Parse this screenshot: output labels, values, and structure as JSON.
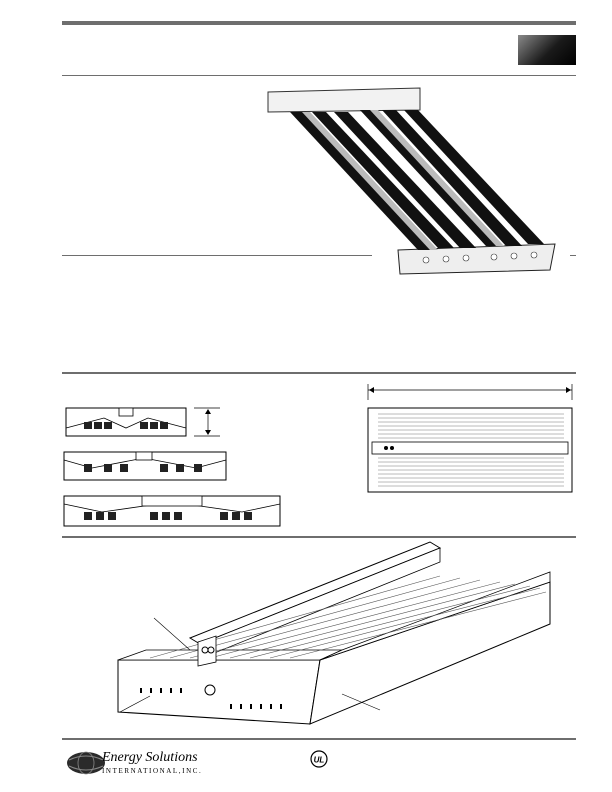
{
  "brand": {
    "name": "Energy Solutions",
    "subtitle": "INTERNATIONAL,INC.",
    "logo_icon": "globe-icon"
  },
  "certification": {
    "mark": "UL",
    "icon": "ul-listed-icon"
  },
  "colors": {
    "rule": "#6e6e6e",
    "header_tab": "#1a1a1a",
    "ink": "#000000"
  }
}
